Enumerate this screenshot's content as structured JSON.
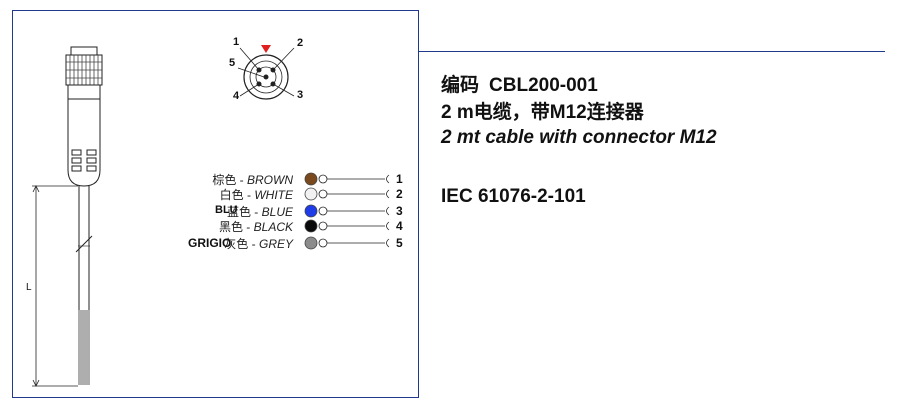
{
  "product": {
    "code_label": "编码",
    "code_value": "CBL200-001",
    "description_cn": "2 m电缆，带M12连接器",
    "description_en": "2 mt cable with connector M12",
    "standard": "IEC 61076-2-101"
  },
  "drawing": {
    "length_label": "L",
    "pins": [
      "1",
      "2",
      "3",
      "4",
      "5"
    ],
    "wires": [
      {
        "cn": "棕色",
        "en": "BROWN",
        "color": "#7a4a1e",
        "pin": "1"
      },
      {
        "cn": "白色",
        "en": "WHITE",
        "color": "#f2f2f2",
        "pin": "2"
      },
      {
        "cn": "蓝色",
        "en": "BLUE",
        "color": "#1e3de8",
        "pin": "3"
      },
      {
        "cn": "黑色",
        "en": "BLACK",
        "color": "#0a0a0a",
        "pin": "4"
      },
      {
        "cn": "灰色",
        "en": "GREY",
        "color": "#8c8c8c",
        "pin": "5"
      }
    ],
    "overlay_blu": "BLU",
    "overlay_grigio": "GRIGIO",
    "key_marker_color": "#e02020",
    "frame_color": "#1f3a8a"
  }
}
